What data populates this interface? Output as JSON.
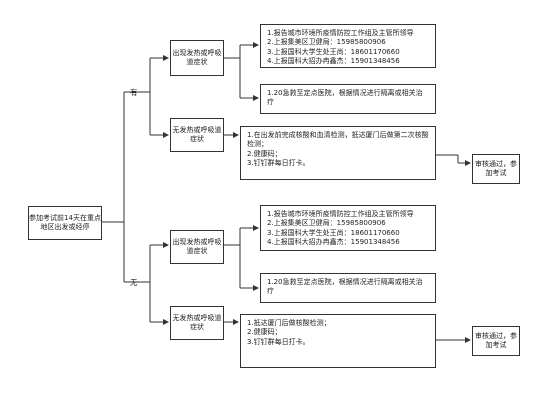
{
  "start": "参加考试前14天在重点地区出发或经停",
  "branch_yes": "有",
  "branch_no": "无",
  "symptom_fever": "出现发热或呼吸道症状",
  "symptom_none": "无发热或呼吸道症状",
  "report_lines": [
    "1.报告城市环境所疫情防控工作组及主管所领导",
    "2.上报集美区卫健局：15985800906",
    "3.上报国科大学生处王尚：18601170660",
    "4.上报国科大招办冉鑫杰：15901348456"
  ],
  "hospital": "1.20急救至定点医院，根据情况进行隔离或相关治疗",
  "yes_no_symptom_lines": [
    "1.在出发前完成核酸和血清检测，抵达厦门后做第二次核酸检测；",
    "2.健康码；",
    "3.钉钉群每日打卡。"
  ],
  "no_no_symptom_lines": [
    "1.抵达厦门后做核酸检测；",
    "2.健康码；",
    "3.钉钉群每日打卡。"
  ],
  "approve": "审核通过，参加考试"
}
